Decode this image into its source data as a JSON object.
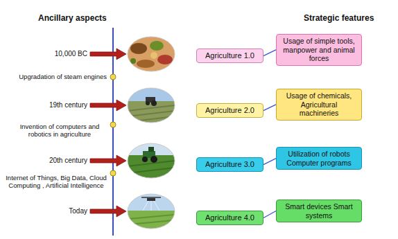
{
  "diagram": {
    "nodes": [
      {
        "text": [
          "Agriculture 1.0"
        ]
      },
      {
        "text": [
          "Usage of simple tools, manpower and animal forces"
        ]
      },
      {
        "text": [
          "Agriculture 2.0"
        ]
      },
      {
        "text": [
          "Usage of chemicals, Agricultural machineries"
        ]
      },
      {
        "text": [
          "Agriculture 3.0"
        ]
      },
      {
        "text": [
          "Utilization of robots Computer programs"
        ]
      },
      {
        "text": [
          "Agriculture 4.0"
        ]
      },
      {
        "text": [
          "Smart devices Smart systems"
        ]
      }
    ],
    "edges": [
      {
        "from": 0,
        "to": 1,
        "arrow": "none"
      },
      {
        "from": 2,
        "to": 3,
        "arrow": "none"
      },
      {
        "from": 4,
        "to": 5,
        "arrow": "none"
      },
      {
        "from": 6,
        "to": 7,
        "arrow": "none"
      }
    ],
    "labels": [
      "Ancillary aspects",
      "Strategic features",
      "10,000 BC",
      "Upgradation of steam engines",
      "19th century",
      "Invention of computers and robotics in agriculture",
      "20th century",
      "Internet of Things, Big Data, Cloud Computing , Artificial Intelligence",
      "Today"
    ]
  }
}
